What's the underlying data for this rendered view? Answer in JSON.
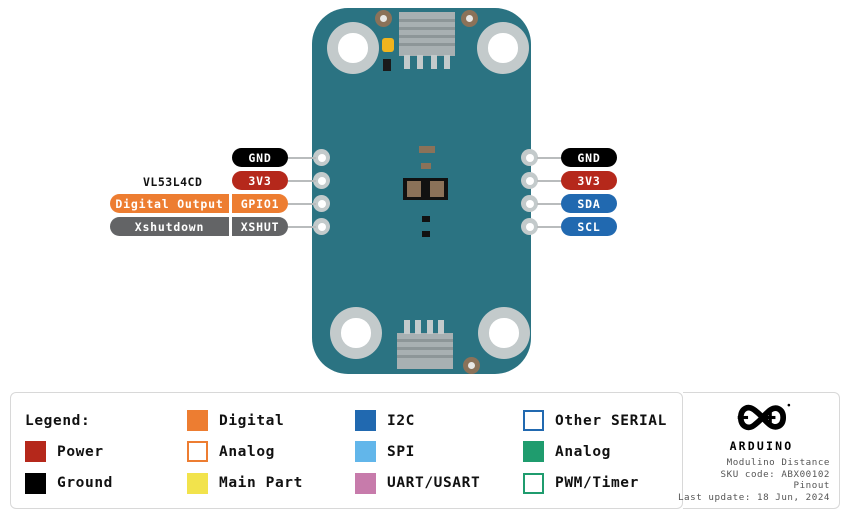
{
  "board": {
    "name": "Modulino Distance",
    "main_part_label": "VL53L4CD",
    "left_pins": [
      {
        "function": "",
        "pin": "GND",
        "type": "ground"
      },
      {
        "function": "",
        "pin": "3V3",
        "type": "power"
      },
      {
        "function": "Digital Output",
        "pin": "GPIO1",
        "type": "digital"
      },
      {
        "function": "Xshutdown",
        "pin": "XSHUT",
        "type": "other"
      }
    ],
    "right_pins": [
      {
        "pin": "GND",
        "type": "ground"
      },
      {
        "pin": "3V3",
        "type": "power"
      },
      {
        "pin": "SDA",
        "type": "i2c"
      },
      {
        "pin": "SCL",
        "type": "i2c"
      }
    ]
  },
  "legend": {
    "title": "Legend:",
    "items": [
      {
        "label": "Digital",
        "color": "#ed7d31",
        "filled": true
      },
      {
        "label": "I2C",
        "color": "#2169b0",
        "filled": true
      },
      {
        "label": "Other SERIAL",
        "color": "#2169b0",
        "filled": false
      },
      {
        "label": "Power",
        "color": "#b5281b",
        "filled": true
      },
      {
        "label": "Analog",
        "color": "#ed7d31",
        "filled": false
      },
      {
        "label": "SPI",
        "color": "#62b6ea",
        "filled": true
      },
      {
        "label": "Analog",
        "color": "#1f9c6e",
        "filled": true
      },
      {
        "label": "Ground",
        "color": "#000000",
        "filled": true
      },
      {
        "label": "Main Part",
        "color": "#f2e34c",
        "filled": true
      },
      {
        "label": "UART/USART",
        "color": "#c77bab",
        "filled": true
      },
      {
        "label": "PWM/Timer",
        "color": "#1f9c6e",
        "filled": false
      }
    ]
  },
  "info": {
    "brand": "ARDUINO",
    "product": "Modulino Distance",
    "sku": "SKU code: ABX00102",
    "doc_type": "Pinout",
    "last_update": "Last update: 18 Jun, 2024"
  },
  "colors": {
    "board": "#2b7382",
    "digital": "#ed7d31",
    "power": "#b5281b",
    "ground": "#000000",
    "i2c": "#2169b0",
    "spi": "#62b6ea",
    "uart": "#c77bab",
    "analog_green": "#1f9c6e",
    "main_part": "#f2e34c",
    "other_grey": "#636466"
  }
}
